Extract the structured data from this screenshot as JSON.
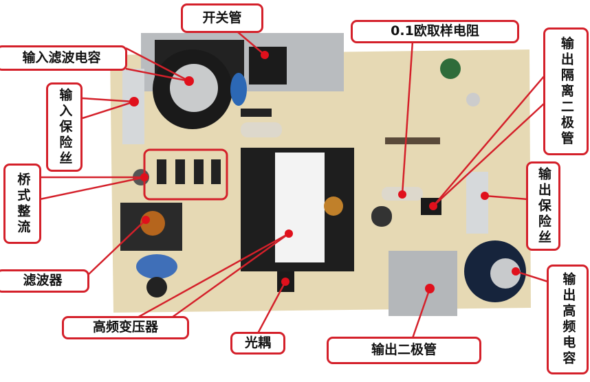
{
  "labels": {
    "switch_tube": "开关管",
    "input_filter_capacitor": "输入滤波电容",
    "input_fuse": "输入保险丝",
    "bridge_rectifier": "桥式整流",
    "filter": "滤波器",
    "hf_transformer": "高频变压器",
    "optocoupler": "光耦",
    "output_diode": "输出二极管",
    "sampling_resistor": "0.1欧取样电阻",
    "output_isolation_diode": "输出隔离二极管",
    "output_fuse": "输出保险丝",
    "output_hf_capacitor": "输出高频电容"
  },
  "colors": {
    "callout": "#d4202a",
    "board": "#e6d9b4"
  }
}
